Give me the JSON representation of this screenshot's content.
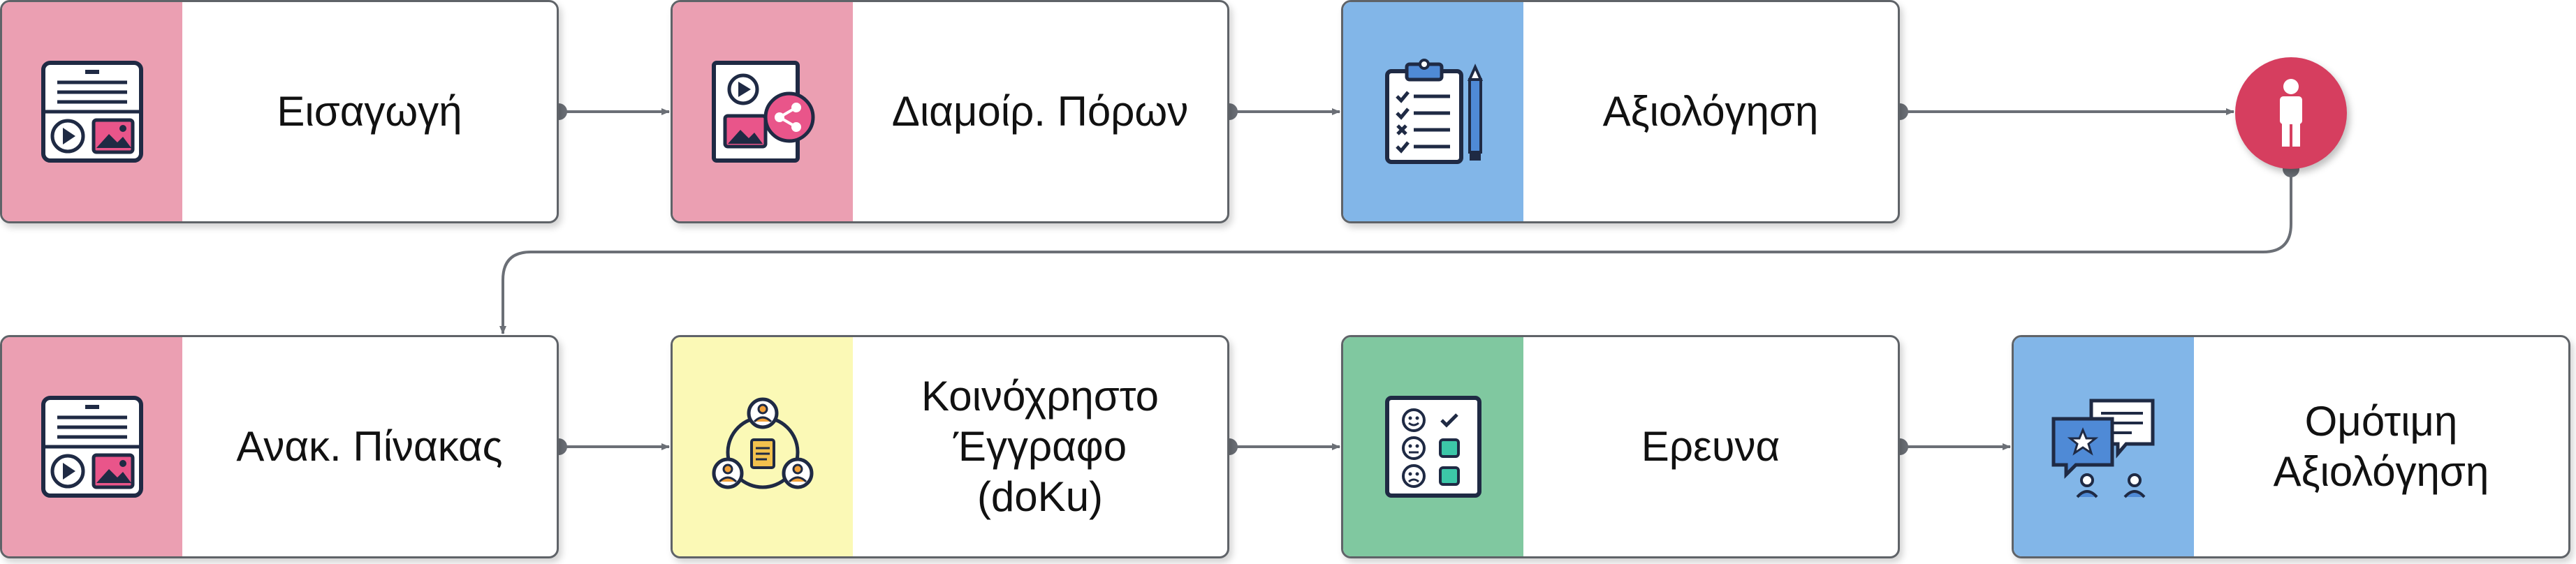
{
  "colors": {
    "pink": "#eb9fb2",
    "blue": "#82b6e8",
    "yellow": "#fbf9b6",
    "green": "#80c8a0",
    "actor": "#d63e5f",
    "edge": "#6b6f76"
  },
  "nodes": [
    {
      "id": "n1",
      "label": "Εισαγωγή",
      "icon": "media-board-icon",
      "color": "#eb9fb2"
    },
    {
      "id": "n2",
      "label": "Διαμοίρ. Πόρων",
      "icon": "share-media-icon",
      "color": "#eb9fb2"
    },
    {
      "id": "n3",
      "label": "Αξιολόγηση",
      "icon": "clipboard-checklist-icon",
      "color": "#82b6e8"
    },
    {
      "id": "n4",
      "label": "Ανακ. Πίνακας",
      "icon": "media-board-icon",
      "color": "#eb9fb2"
    },
    {
      "id": "n5",
      "label": "Κοινόχρηστο\nΈγγραφο\n(doKu)",
      "icon": "shared-document-icon",
      "color": "#fbf9b6"
    },
    {
      "id": "n6",
      "label": "Ερευνα",
      "icon": "survey-icon",
      "color": "#80c8a0"
    },
    {
      "id": "n7",
      "label": "Ομότιμη\nΑξιολόγηση",
      "icon": "peer-review-icon",
      "color": "#82b6e8"
    }
  ],
  "actor": {
    "icon": "person-icon"
  },
  "edges": [
    {
      "from": "n1",
      "to": "n2"
    },
    {
      "from": "n2",
      "to": "n3"
    },
    {
      "from": "n3",
      "to": "actor"
    },
    {
      "from": "actor",
      "to": "n4"
    },
    {
      "from": "n4",
      "to": "n5"
    },
    {
      "from": "n5",
      "to": "n6"
    },
    {
      "from": "n6",
      "to": "n7"
    }
  ]
}
